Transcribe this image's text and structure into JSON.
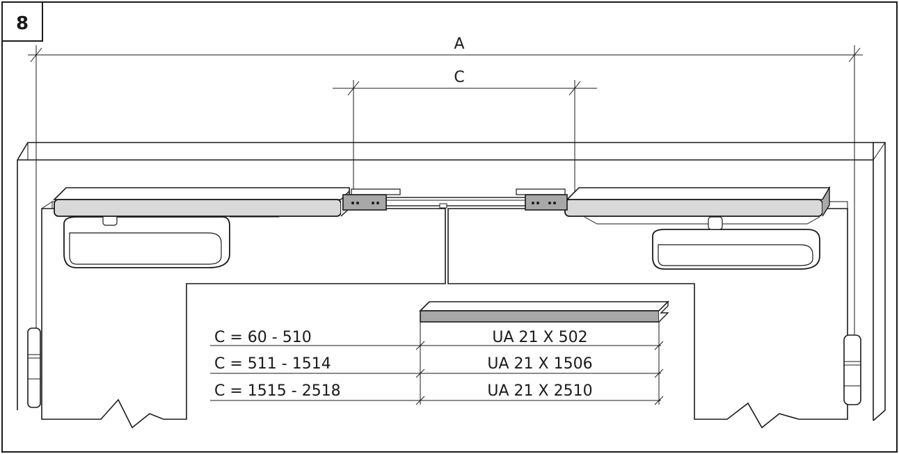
{
  "figure": {
    "number": "8"
  },
  "dimensions": {
    "overall": "A",
    "arm_span": "C"
  },
  "table": {
    "rows": [
      {
        "range": "C = 60 - 510",
        "part": "UA 21 X 502"
      },
      {
        "range": "C = 511 - 1514",
        "part": "UA 21 X 1506"
      },
      {
        "range": "C = 1515 - 2518",
        "part": "UA 21 X 2510"
      }
    ]
  },
  "colors": {
    "stroke": "#1a1a1a",
    "closer_body": "#d9d9d9",
    "rail": "#a8a8a8",
    "background": "#ffffff"
  }
}
